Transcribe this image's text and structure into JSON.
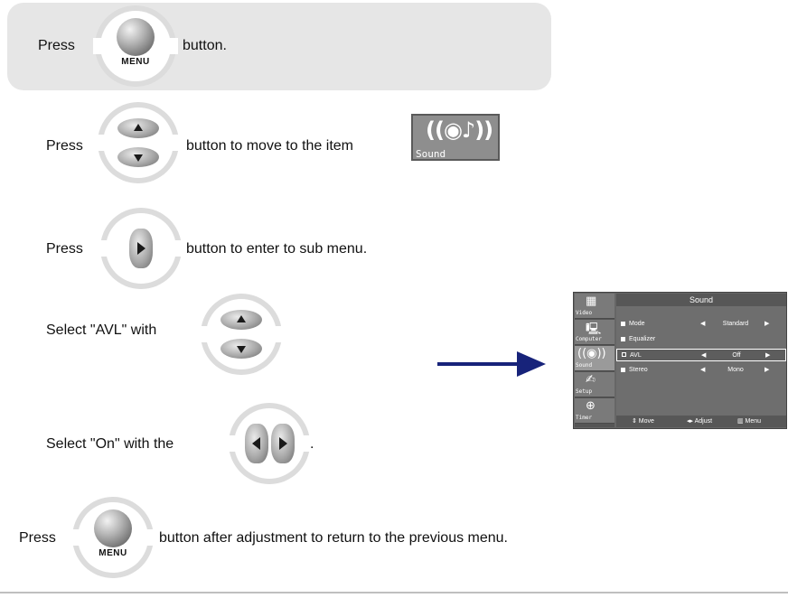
{
  "steps": {
    "s1": {
      "press": "Press",
      "after": "button."
    },
    "s2": {
      "press": "Press",
      "after": "button to move to the item"
    },
    "s3": {
      "press": "Press",
      "after": "button to enter to sub menu."
    },
    "s4": {
      "text": "Select \"AVL\" with"
    },
    "s5": {
      "text": "Select \"On\" with the",
      "after": "."
    },
    "s6": {
      "press": "Press",
      "after": "button after adjustment to return to the previous menu."
    }
  },
  "menu_button_label": "MENU",
  "sound_icon": {
    "glyph": "((◉♪))",
    "caption": "Sound"
  },
  "osd": {
    "title": "Sound",
    "tabs": [
      {
        "icon": "▦",
        "label": "Video"
      },
      {
        "icon": "🖳",
        "label": "Computer"
      },
      {
        "icon": "((◉))",
        "label": "Sound"
      },
      {
        "icon": "✍",
        "label": "Setup"
      },
      {
        "icon": "⊕",
        "label": "Timer"
      }
    ],
    "rows": [
      {
        "name": "Mode",
        "left_arrow": "◀",
        "value": "Standard",
        "right_arrow": "▶"
      },
      {
        "name": "Equalizer",
        "left_arrow": "",
        "value": "",
        "right_arrow": ""
      },
      {
        "name": "AVL",
        "left_arrow": "◀",
        "value": "Off",
        "right_arrow": "▶"
      },
      {
        "name": "Stereo",
        "left_arrow": "◀",
        "value": "Mono",
        "right_arrow": "▶"
      }
    ],
    "footer": {
      "move": "⇕ Move",
      "adjust": "◂▸ Adjust",
      "menu": "▥ Menu"
    }
  },
  "colors": {
    "arrow": "#17237a",
    "step_box": "#e6e6e6"
  }
}
